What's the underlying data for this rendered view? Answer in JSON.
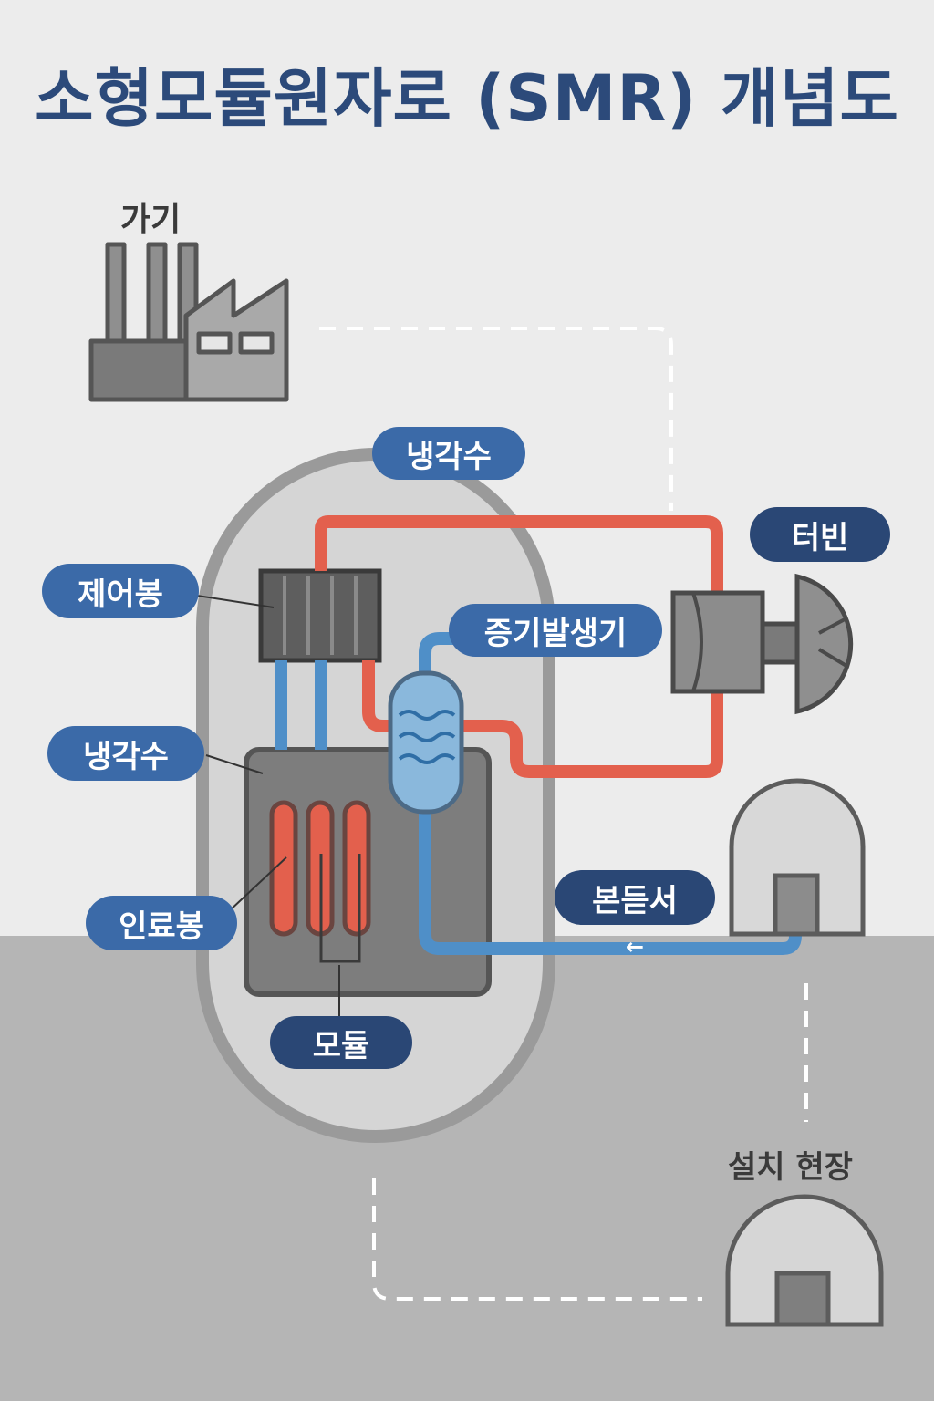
{
  "title": "소형모듈원자로 (SMR) 개념도",
  "factory_label": "가기",
  "site_label": "설치 현장",
  "labels": {
    "coolant_top": "냉각수",
    "control_rod": "제어봉",
    "coolant_left": "냉각수",
    "fuel_rod": "인료봉",
    "module": "모듈",
    "steam_generator": "증기발생기",
    "turbine": "터빈",
    "condenser": "본듣서"
  },
  "flow_arrow": "←",
  "colors": {
    "title": "#2c4a7a",
    "label_fill": "#3b6aa8",
    "label_fill_dark": "#2a4775",
    "hot_pipe": "#e3604d",
    "cold_pipe": "#4f8fc8",
    "sky": "#ececec",
    "ground": "#b5b5b5"
  }
}
